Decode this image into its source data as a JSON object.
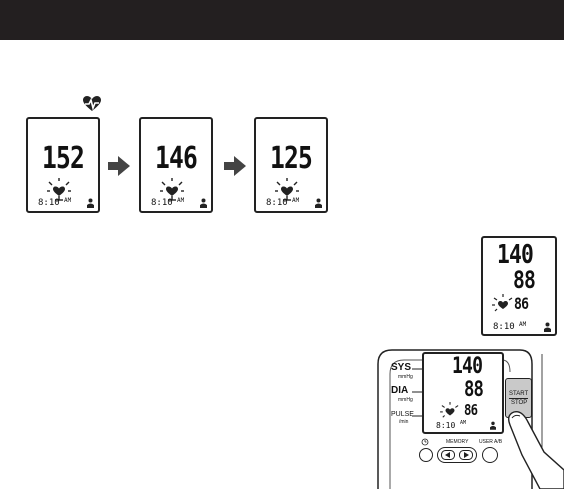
{
  "sequence": [
    {
      "reading": "152",
      "time": "8:10",
      "period": "AM"
    },
    {
      "reading": "146",
      "time": "8:10",
      "period": "AM"
    },
    {
      "reading": "125",
      "time": "8:10",
      "period": "AM"
    }
  ],
  "result_display": {
    "sys": "140",
    "dia": "88",
    "pulse": "86",
    "time": "8:10",
    "period": "AM"
  },
  "device": {
    "sys_label": "SYS",
    "sys_unit": "mmHg",
    "dia_label": "DIA",
    "dia_unit": "mmHg",
    "pulse_label": "PULSE",
    "pulse_unit": "/min",
    "start_label": "START",
    "stop_label": "STOP",
    "memory_label": "MEMORY",
    "user_label": "USER A/B",
    "display": {
      "sys": "140",
      "dia": "88",
      "pulse": "86",
      "time": "8:10",
      "period": "AM"
    }
  }
}
